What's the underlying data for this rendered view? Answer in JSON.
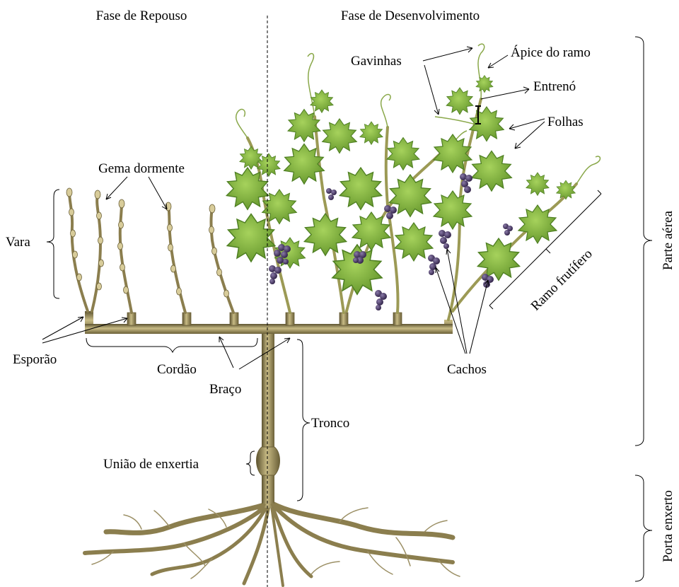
{
  "phases": {
    "dormant": "Fase de Repouso",
    "growth": "Fase de Desenvolvimento"
  },
  "labels": {
    "gema_dormente": "Gema dormente",
    "vara": "Vara",
    "esporao": "Esporão",
    "cordao": "Cordão",
    "braco": "Braço",
    "tronco": "Tronco",
    "uniao_enxertia": "União de enxertia",
    "gavinhas": "Gavinhas",
    "apice_ramo": "Ápice do ramo",
    "entreno": "Entrenó",
    "folhas": "Folhas",
    "ramo_frutifero": "Ramo frutífero",
    "cachos": "Cachos"
  },
  "sections": {
    "parte_aerea": "Parte aérea",
    "porta_enxerto": "Porta enxerto"
  },
  "colors": {
    "wood": "#8b7e4e",
    "wood_light": "#b8ab75",
    "wood_dark": "#5c5330",
    "leaf": "#7fb13c",
    "leaf_dark": "#4e7f22",
    "grape": "#4a3a6a",
    "tendril": "#8aa84a"
  }
}
